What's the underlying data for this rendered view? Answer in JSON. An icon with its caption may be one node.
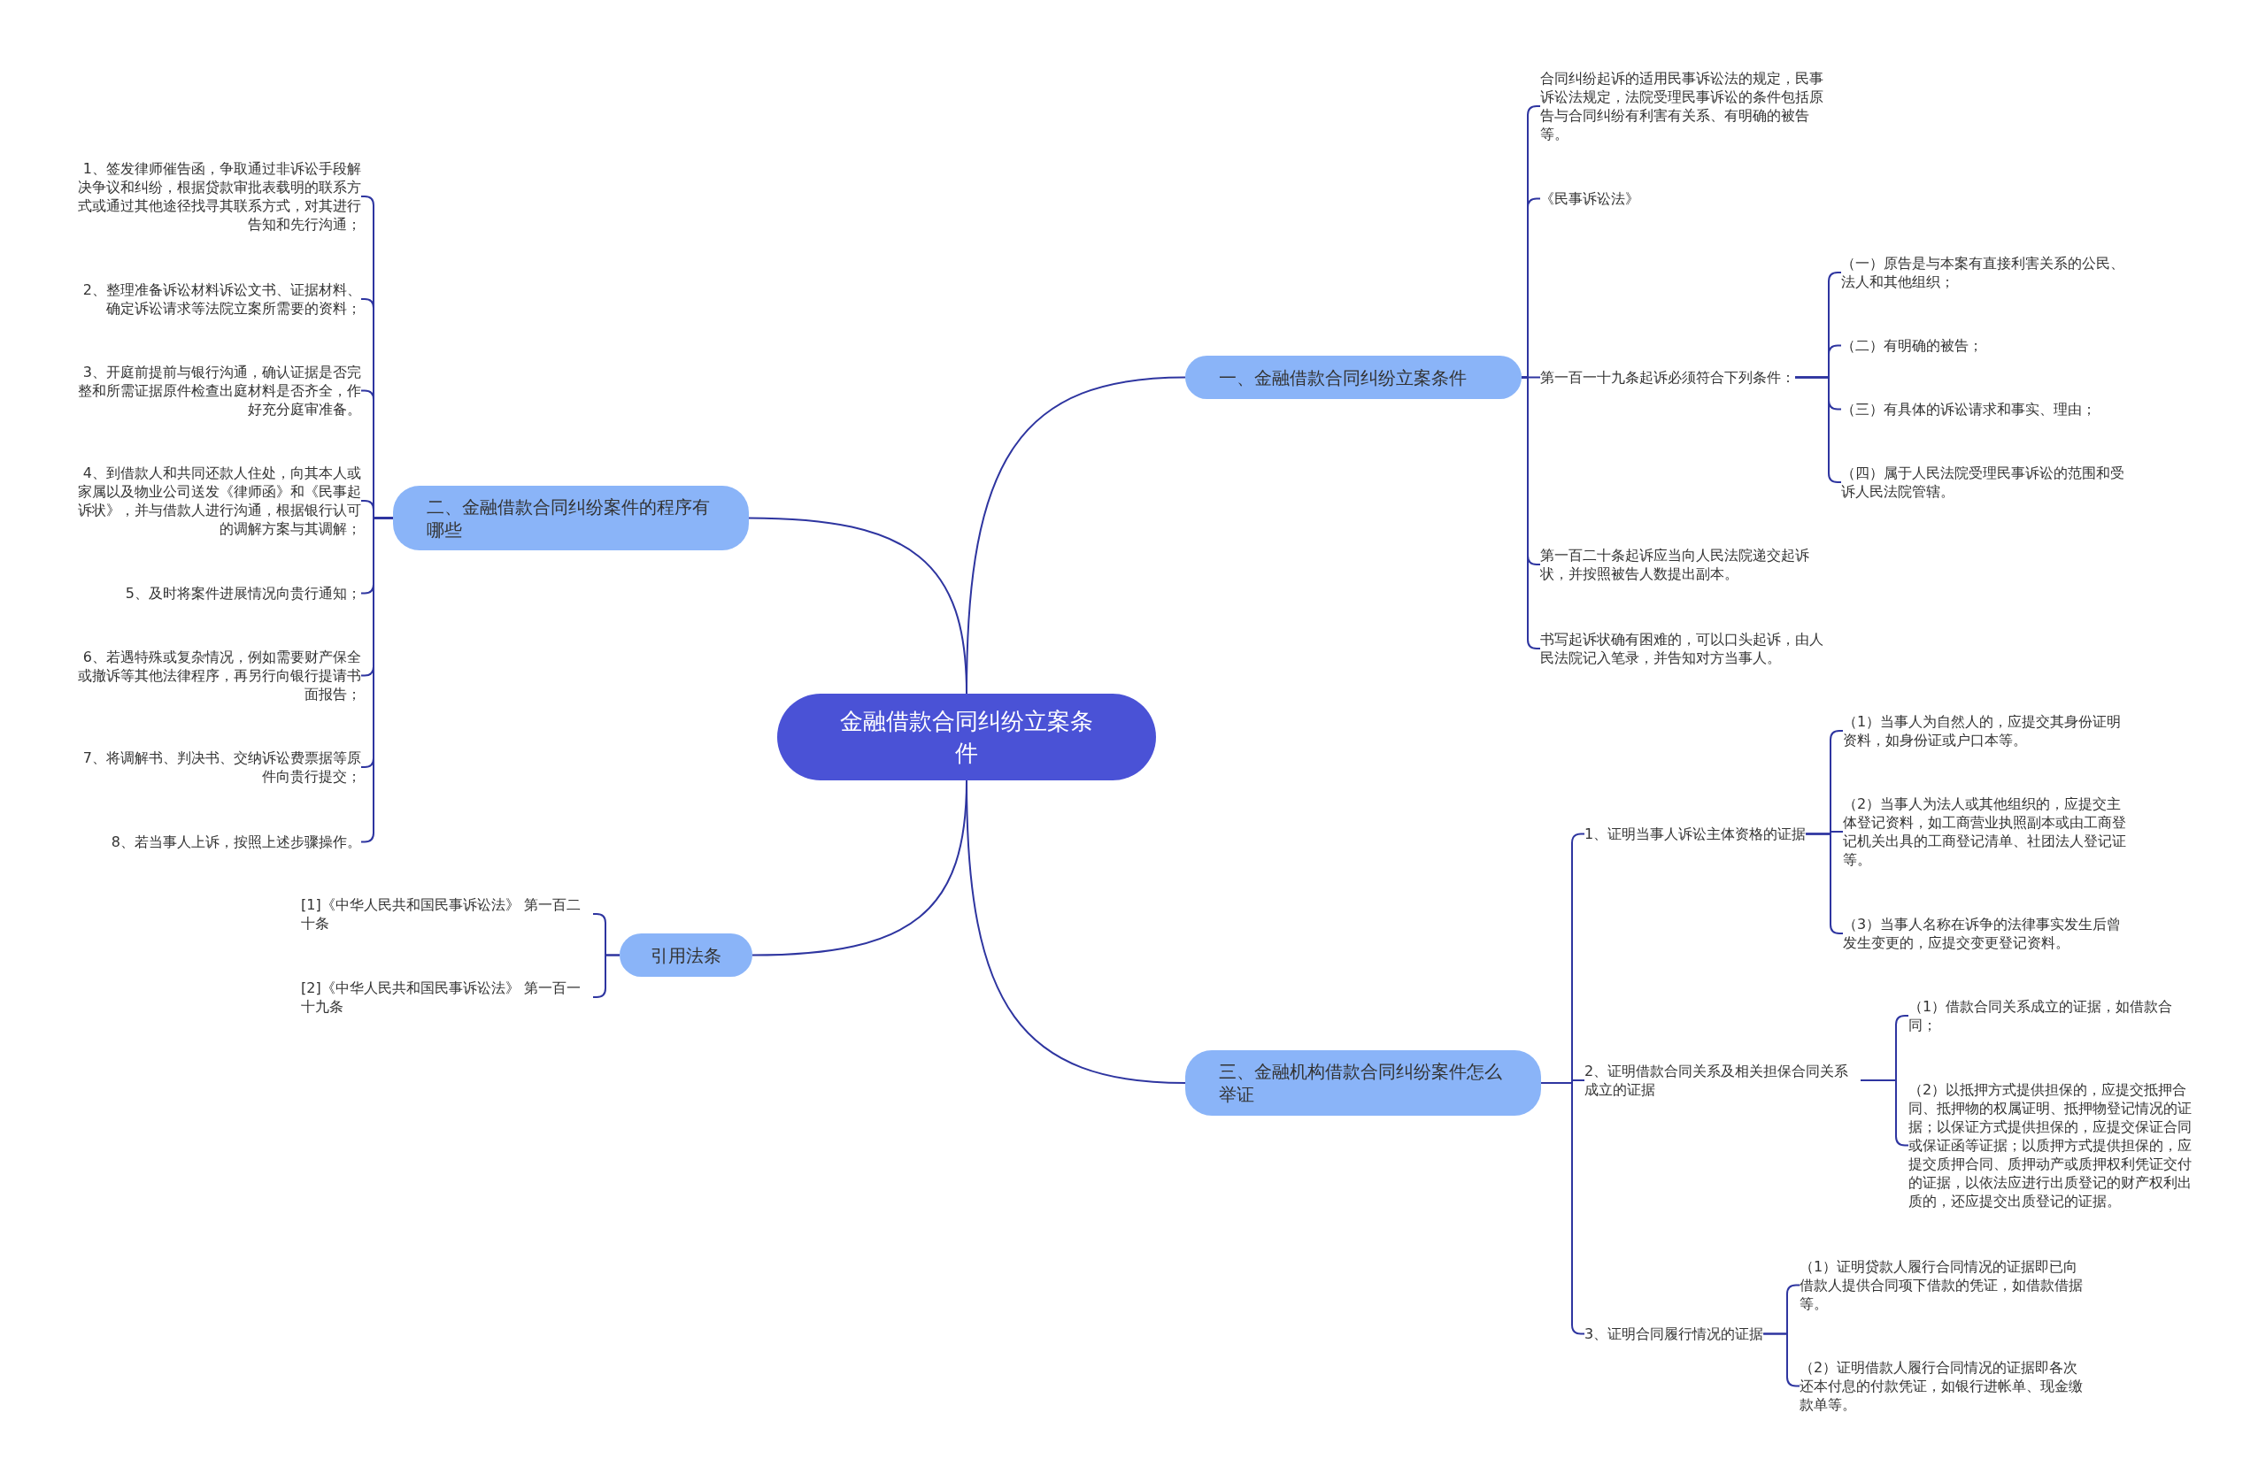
{
  "diagram": {
    "nodes": [
      {
        "text": [
          "金融借款合同纠纷立案条件"
        ]
      },
      {
        "text": [
          "一、金融借款合同纠纷立案条件"
        ]
      },
      {
        "text": [
          "二、金融借款合同纠纷案件的程序有哪些"
        ]
      },
      {
        "text": [
          "引用法条"
        ]
      },
      {
        "text": [
          "三、金融机构借款合同纠纷案件怎么举证"
        ]
      },
      {
        "text": [
          "合同纠纷起诉的适用民事诉讼法的规定，民事诉讼法规定，法院受理民事诉讼的条件包括原告与合同纠纷有利害有关系、有明确的被告等。"
        ]
      },
      {
        "text": [
          "《民事诉讼法》"
        ]
      },
      {
        "text": [
          "第一百一十九条起诉必须符合下列条件："
        ]
      },
      {
        "text": [
          "（一）原告是与本案有直接利害关系的公民、法人和其他组织；"
        ]
      },
      {
        "text": [
          "（二）有明确的被告；"
        ]
      },
      {
        "text": [
          "（三）有具体的诉讼请求和事实、理由；"
        ]
      },
      {
        "text": [
          "（四）属于人民法院受理民事诉讼的范围和受诉人民法院管辖。"
        ]
      },
      {
        "text": [
          "第一百二十条起诉应当向人民法院递交起诉状，并按照被告人数提出副本。"
        ]
      },
      {
        "text": [
          "书写起诉状确有困难的，可以口头起诉，由人民法院记入笔录，并告知对方当事人。"
        ]
      },
      {
        "text": [
          "1、签发律师催告函，争取通过非诉讼手段解决争议和纠纷，根据贷款审批表载明的联系方式或通过其他途径找寻其联系方式，对其进行告知和先行沟通；"
        ]
      },
      {
        "text": [
          "2、整理准备诉讼材料诉讼文书、证据材料、确定诉讼请求等法院立案所需要的资料；"
        ]
      },
      {
        "text": [
          "3、开庭前提前与银行沟通，确认证据是否完整和所需证据原件检查出庭材料是否齐全，作好充分庭审准备。"
        ]
      },
      {
        "text": [
          "4、到借款人和共同还款人住处，向其本人或家属以及物业公司送发《律师函》和《民事起诉状》，并与借款人进行沟通，根据银行认可的调解方案与其调解；"
        ]
      },
      {
        "text": [
          "5、及时将案件进展情况向贵行通知；"
        ]
      },
      {
        "text": [
          "6、若遇特殊或复杂情况，例如需要财产保全或撤诉等其他法律程序，再另行向银行提请书面报告；"
        ]
      },
      {
        "text": [
          "7、将调解书、判决书、交纳诉讼费票据等原件向贵行提交；"
        ]
      },
      {
        "text": [
          "8、若当事人上诉，按照上述步骤操作。"
        ]
      },
      {
        "text": [
          "[1]《中华人民共和国民事诉讼法》 第一百二十条"
        ]
      },
      {
        "text": [
          "[2]《中华人民共和国民事诉讼法》 第一百一十九条"
        ]
      },
      {
        "text": [
          "1、证明当事人诉讼主体资格的证据"
        ]
      },
      {
        "text": [
          "2、证明借款合同关系及相关担保合同关系成立的证据"
        ]
      },
      {
        "text": [
          "3、证明合同履行情况的证据"
        ]
      },
      {
        "text": [
          "（1）当事人为自然人的，应提交其身份证明资料，如身份证或户口本等。"
        ]
      },
      {
        "text": [
          "（2）当事人为法人或其他组织的，应提交主体登记资料，如工商营业执照副本或由工商登记机关出具的工商登记清单、社团法人登记证等。"
        ]
      },
      {
        "text": [
          "（3）当事人名称在诉争的法律事实发生后曾发生变更的，应提交变更登记资料。"
        ]
      },
      {
        "text": [
          "（1）借款合同关系成立的证据，如借款合同；"
        ]
      },
      {
        "text": [
          "（2）以抵押方式提供担保的，应提交抵押合同、抵押物的权属证明、抵押物登记情况的证据；以保证方式提供担保的，应提交保证合同或保证函等证据；以质押方式提供担保的，应提交质押合同、质押动产或质押权利凭证交付的证据，以依法应进行出质登记的财产权利出质的，还应提交出质登记的证据。"
        ]
      },
      {
        "text": [
          "（1）证明贷款人履行合同情况的证据即已向借款人提供合同项下借款的凭证，如借款借据等。"
        ]
      },
      {
        "text": [
          "（2）证明借款人履行合同情况的证据即各次还本付息的付款凭证，如银行进帐单、现金缴款单等。"
        ]
      }
    ],
    "edges": [
      {
        "from": 0,
        "to": 1,
        "arrow": "none"
      },
      {
        "from": 0,
        "to": 2,
        "arrow": "none"
      },
      {
        "from": 0,
        "to": 3,
        "arrow": "none"
      },
      {
        "from": 0,
        "to": 4,
        "arrow": "none"
      },
      {
        "from": 1,
        "to": 5,
        "arrow": "none"
      },
      {
        "from": 1,
        "to": 6,
        "arrow": "none"
      },
      {
        "from": 1,
        "to": 7,
        "arrow": "none"
      },
      {
        "from": 1,
        "to": 12,
        "arrow": "none"
      },
      {
        "from": 1,
        "to": 13,
        "arrow": "none"
      },
      {
        "from": 7,
        "to": 8,
        "arrow": "none"
      },
      {
        "from": 7,
        "to": 9,
        "arrow": "none"
      },
      {
        "from": 7,
        "to": 10,
        "arrow": "none"
      },
      {
        "from": 7,
        "to": 11,
        "arrow": "none"
      },
      {
        "from": 2,
        "to": 14,
        "arrow": "none"
      },
      {
        "from": 2,
        "to": 15,
        "arrow": "none"
      },
      {
        "from": 2,
        "to": 16,
        "arrow": "none"
      },
      {
        "from": 2,
        "to": 17,
        "arrow": "none"
      },
      {
        "from": 2,
        "to": 18,
        "arrow": "none"
      },
      {
        "from": 2,
        "to": 19,
        "arrow": "none"
      },
      {
        "from": 2,
        "to": 20,
        "arrow": "none"
      },
      {
        "from": 2,
        "to": 21,
        "arrow": "none"
      },
      {
        "from": 3,
        "to": 22,
        "arrow": "none"
      },
      {
        "from": 3,
        "to": 23,
        "arrow": "none"
      },
      {
        "from": 4,
        "to": 24,
        "arrow": "none"
      },
      {
        "from": 4,
        "to": 25,
        "arrow": "none"
      },
      {
        "from": 4,
        "to": 26,
        "arrow": "none"
      },
      {
        "from": 24,
        "to": 27,
        "arrow": "none"
      },
      {
        "from": 24,
        "to": 28,
        "arrow": "none"
      },
      {
        "from": 24,
        "to": 29,
        "arrow": "none"
      },
      {
        "from": 25,
        "to": 30,
        "arrow": "none"
      },
      {
        "from": 25,
        "to": 31,
        "arrow": "none"
      },
      {
        "from": 26,
        "to": 32,
        "arrow": "none"
      },
      {
        "from": 26,
        "to": 33,
        "arrow": "none"
      }
    ]
  }
}
